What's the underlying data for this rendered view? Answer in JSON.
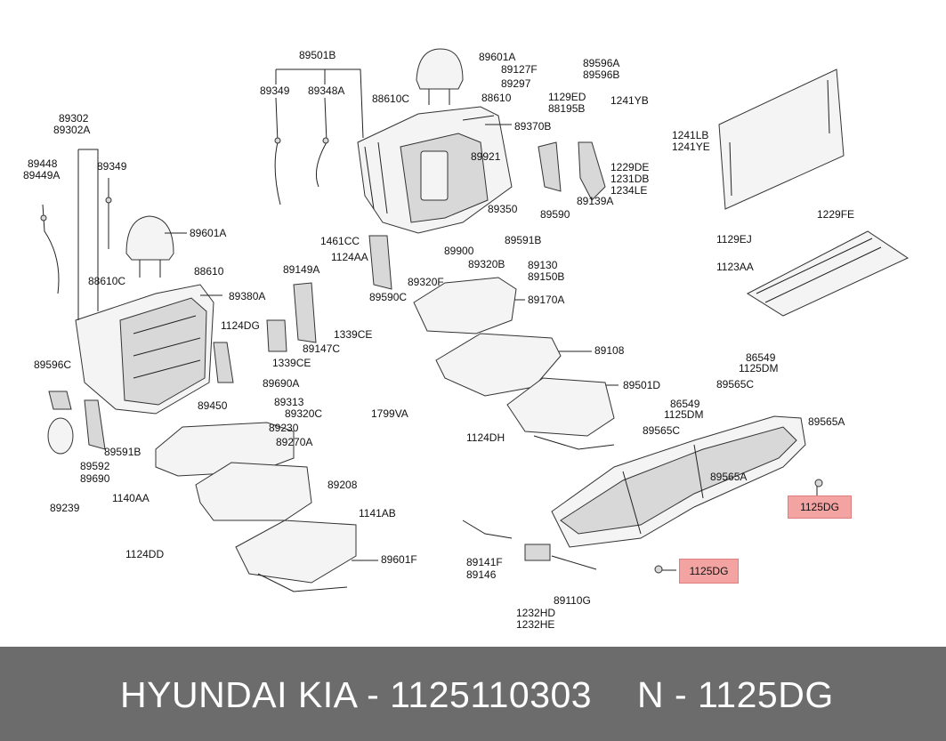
{
  "footer": {
    "brand_text": "HYUNDAI  KIA - 1125110303",
    "code_text": "N - 1125DG"
  },
  "highlight_label": "1125DG",
  "labels": {
    "l89501B": "89501B",
    "l89349a": "89349",
    "l89348A": "89348A",
    "l89601A_top": "89601A",
    "l89127F": "89127F",
    "l89297": "89297",
    "l88610C_top": "88610C",
    "l88610_top": "88610",
    "l89596A": "89596A",
    "l89596B": "89596B",
    "l1129ED": "1129ED",
    "l88195B": "88195B",
    "l1241YB": "1241YB",
    "l89370B": "89370B",
    "l89302": "89302",
    "l89302A": "89302A",
    "l89448": "89448",
    "l89449A": "89449A",
    "l89349b": "89349",
    "l89921": "89921",
    "l1229DE": "1229DE",
    "l1231DB": "1231DB",
    "l1234LE": "1234LE",
    "l89350": "89350",
    "l89590": "89590",
    "l89139A": "89139A",
    "l1241LB": "1241LB",
    "l1241YE": "1241YE",
    "l1229FE": "1229FE",
    "l1129EJ": "1129EJ",
    "l1123AA": "1123AA",
    "l89601A_left": "89601A",
    "l1461CC": "1461CC",
    "l1124AA": "1124AA",
    "l89149A": "89149A",
    "l89900": "89900",
    "l89591B_top": "89591B",
    "l89320B": "89320B",
    "l89320F": "89320F",
    "l88610C_left": "88610C",
    "l88610_left": "88610",
    "l89380A": "89380A",
    "l89590C": "89590C",
    "l89130": "89130",
    "l89150B": "89150B",
    "l89170A": "89170A",
    "l1124DG": "1124DG",
    "l1339CE_a": "1339CE",
    "l89147C": "89147C",
    "l1339CE_b": "1339CE",
    "l89596C": "89596C",
    "l89690A": "89690A",
    "l89108": "89108",
    "l89313": "89313",
    "l89320C": "89320C",
    "l89450": "89450",
    "l1799VA": "1799VA",
    "l89501D": "89501D",
    "l86549_a": "86549",
    "l1125DM_a": "1125DM",
    "l89565C_a": "89565C",
    "l89230": "89230",
    "l89270A": "89270A",
    "l89591B_left": "89591B",
    "l1124DH": "1124DH",
    "l86549_b": "86549",
    "l1125DM_b": "1125DM",
    "l89565A_a": "89565A",
    "l89592": "89592",
    "l89690": "89690",
    "l89565C_b": "89565C",
    "l1140AA": "1140AA",
    "l89208": "89208",
    "l89565A_b": "89565A",
    "l89239": "89239",
    "l1141AB": "1141AB",
    "l89141F": "89141F",
    "l89146": "89146",
    "l1124DD": "1124DD",
    "l89601F": "89601F",
    "l89110G": "89110G",
    "l1232HD": "1232HD",
    "l1232HE": "1232HE"
  }
}
